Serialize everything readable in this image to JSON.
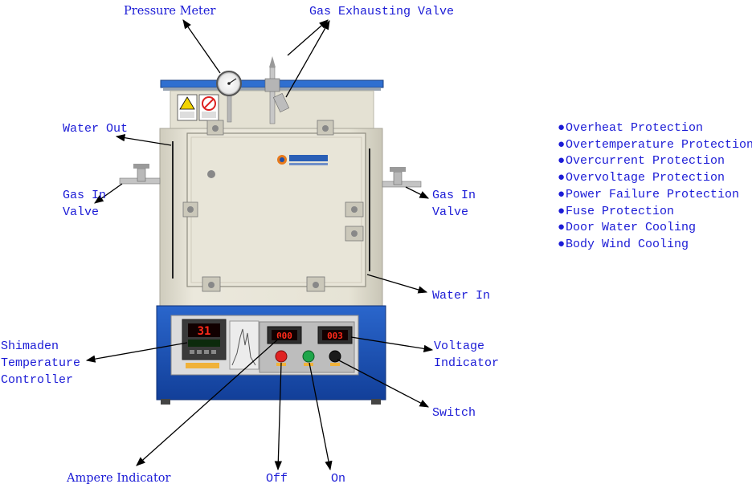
{
  "labels": {
    "pressure_meter": "Pressure Meter",
    "gas_exhausting_valve": "Gas Exhausting Valve",
    "water_out": "Water Out",
    "gas_in_valve_left": [
      "Gas In",
      "Valve"
    ],
    "gas_in_valve_right": [
      "Gas In",
      "Valve"
    ],
    "water_in": "Water In",
    "shimaden_controller": [
      "Shimaden",
      "Temperature",
      "Controller"
    ],
    "voltage_indicator": [
      "Voltage",
      "Indicator"
    ],
    "switch": "Switch",
    "ampere_indicator": "Ampere Indicator",
    "off": "Off",
    "on": "On"
  },
  "features": [
    "Overheat Protection",
    "Overtemperature Protection",
    "Overcurrent Protection",
    "Overvoltage Protection",
    "Power Failure Protection",
    "Fuse Protection",
    "Door Water Cooling",
    "Body Wind Cooling"
  ],
  "bullet": "●",
  "displays": {
    "controller_reading": "31",
    "ampere_reading": "000",
    "voltage_reading": "003"
  },
  "colors": {
    "label_text": "#1b1bd6",
    "base_blue": "#1a53b8",
    "body_beige": "#e7e4d6",
    "top_plate_blue": "#2f6fd0"
  }
}
